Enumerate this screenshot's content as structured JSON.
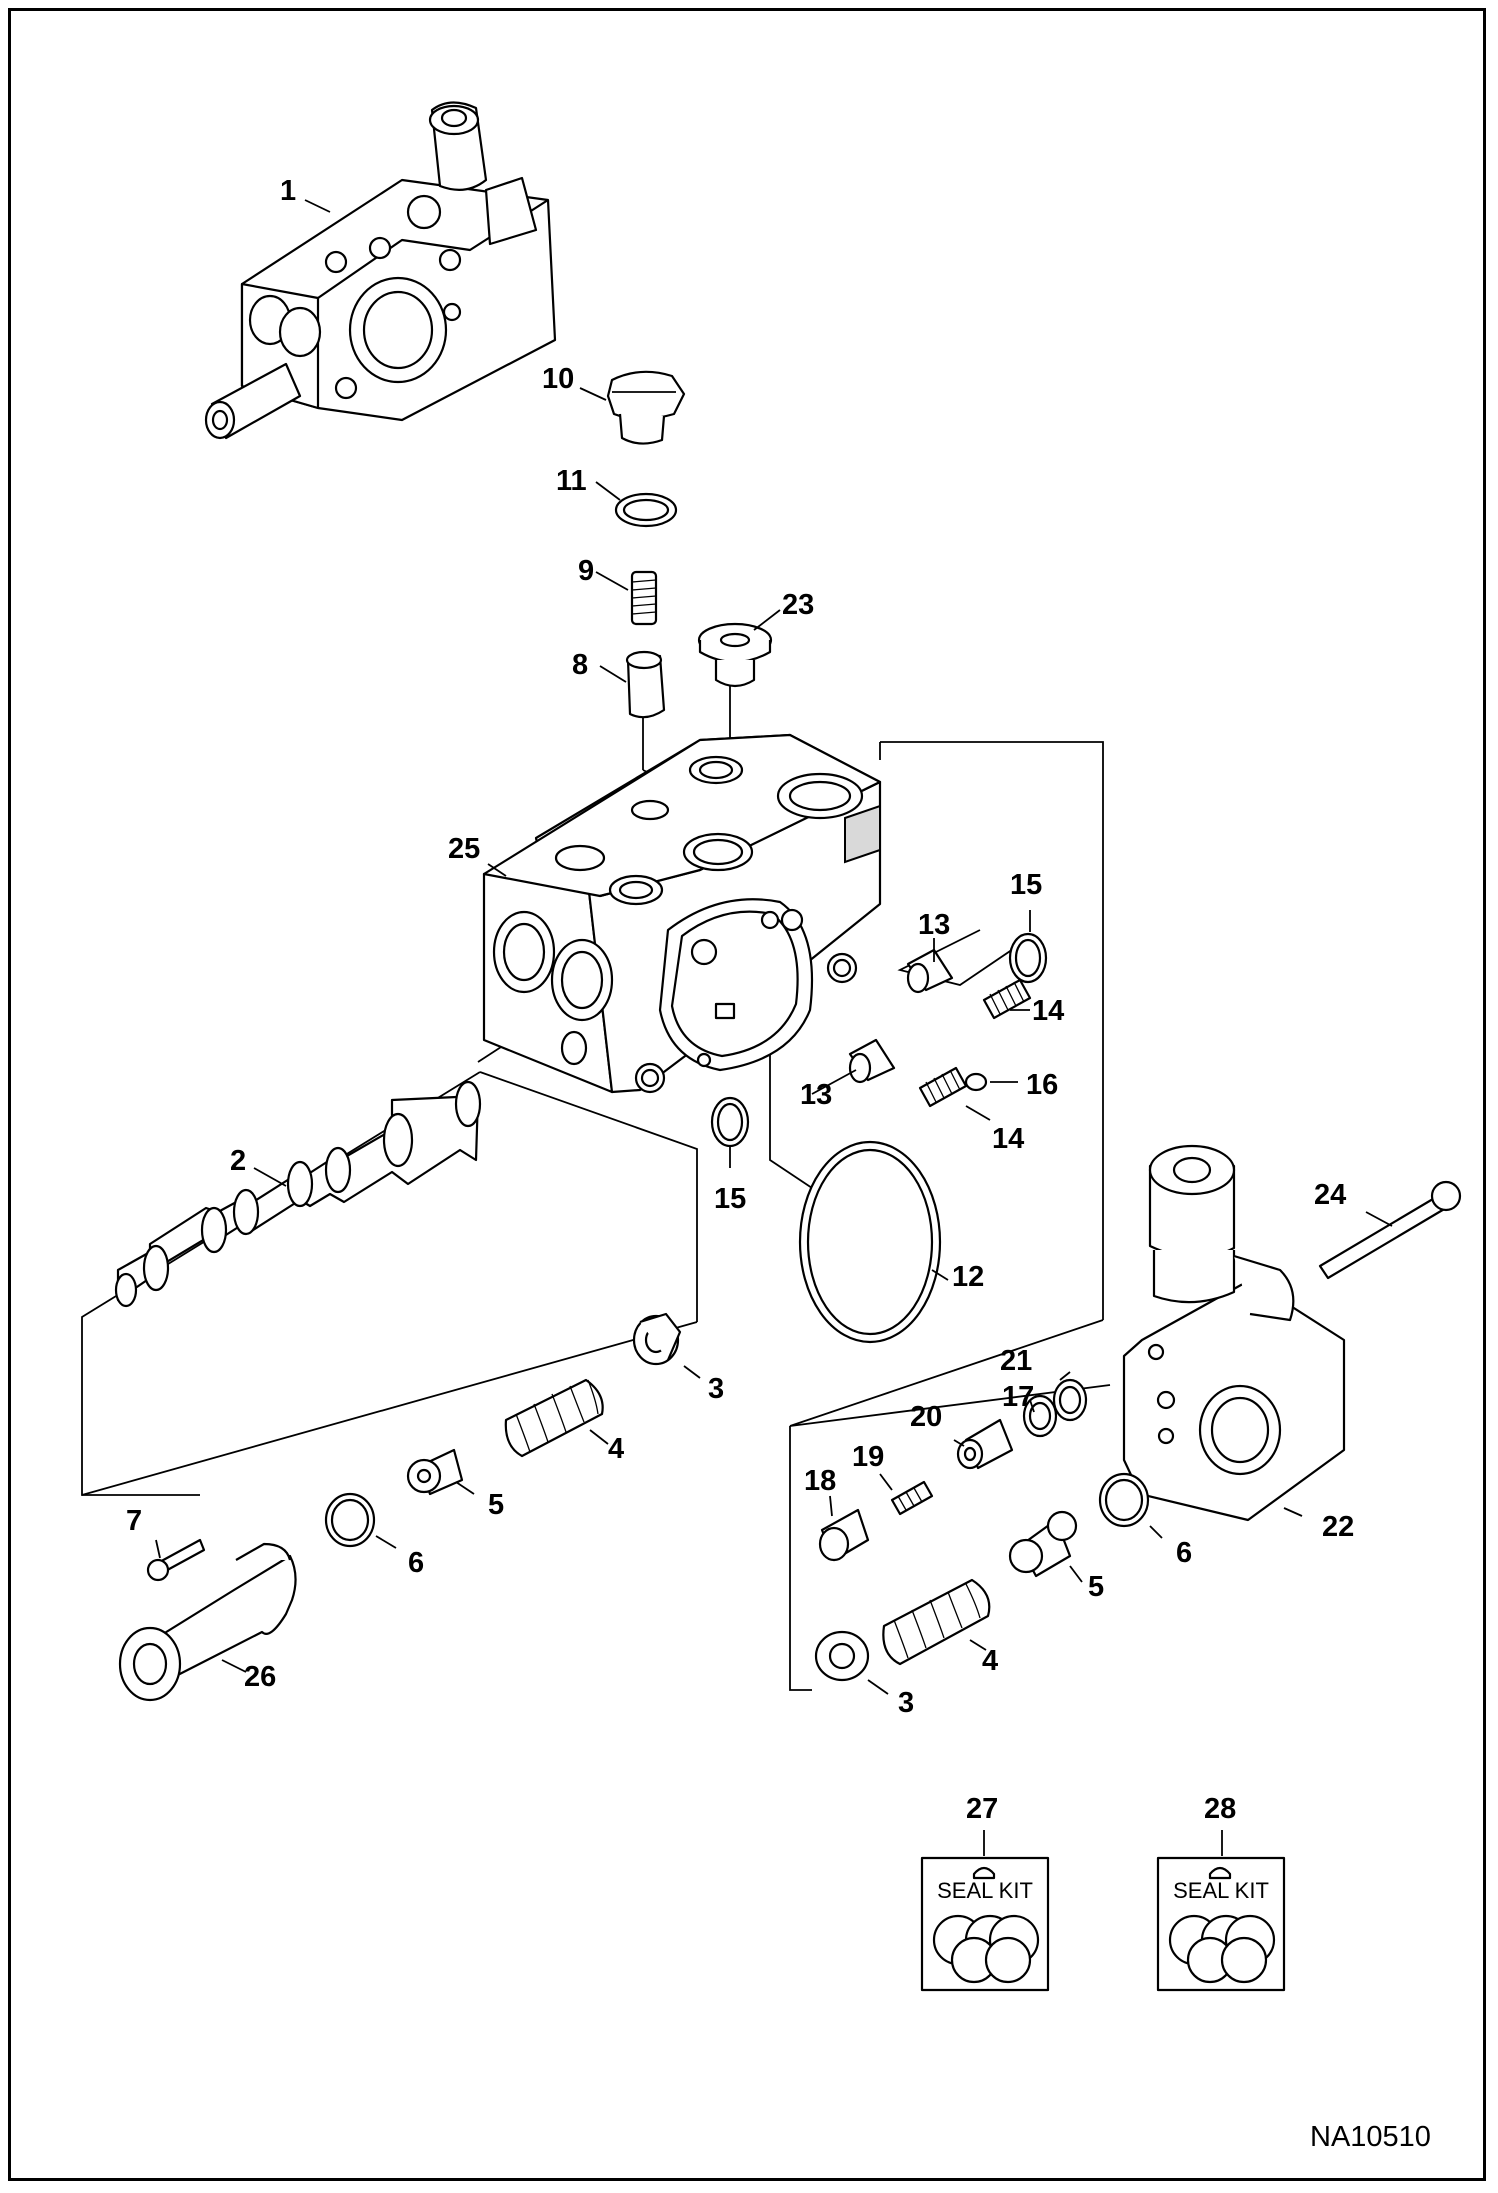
{
  "callouts": [
    {
      "id": "1",
      "text": "1"
    },
    {
      "id": "2",
      "text": "2"
    },
    {
      "id": "3a",
      "text": "3"
    },
    {
      "id": "3b",
      "text": "3"
    },
    {
      "id": "4a",
      "text": "4"
    },
    {
      "id": "4b",
      "text": "4"
    },
    {
      "id": "5a",
      "text": "5"
    },
    {
      "id": "5b",
      "text": "5"
    },
    {
      "id": "6a",
      "text": "6"
    },
    {
      "id": "6b",
      "text": "6"
    },
    {
      "id": "7",
      "text": "7"
    },
    {
      "id": "8",
      "text": "8"
    },
    {
      "id": "9",
      "text": "9"
    },
    {
      "id": "10",
      "text": "10"
    },
    {
      "id": "11",
      "text": "11"
    },
    {
      "id": "12",
      "text": "12"
    },
    {
      "id": "13a",
      "text": "13"
    },
    {
      "id": "13b",
      "text": "13"
    },
    {
      "id": "14a",
      "text": "14"
    },
    {
      "id": "14b",
      "text": "14"
    },
    {
      "id": "15a",
      "text": "15"
    },
    {
      "id": "15b",
      "text": "15"
    },
    {
      "id": "16",
      "text": "16"
    },
    {
      "id": "17",
      "text": "17"
    },
    {
      "id": "18",
      "text": "18"
    },
    {
      "id": "19",
      "text": "19"
    },
    {
      "id": "20",
      "text": "20"
    },
    {
      "id": "21",
      "text": "21"
    },
    {
      "id": "22",
      "text": "22"
    },
    {
      "id": "23",
      "text": "23"
    },
    {
      "id": "24",
      "text": "24"
    },
    {
      "id": "25",
      "text": "25"
    },
    {
      "id": "26",
      "text": "26"
    },
    {
      "id": "27",
      "text": "27"
    },
    {
      "id": "28",
      "text": "28"
    }
  ],
  "seal_kits": [
    {
      "number": "27",
      "label": "SEAL KIT"
    },
    {
      "number": "28",
      "label": "SEAL KIT"
    }
  ],
  "reference_code": "NA10510"
}
